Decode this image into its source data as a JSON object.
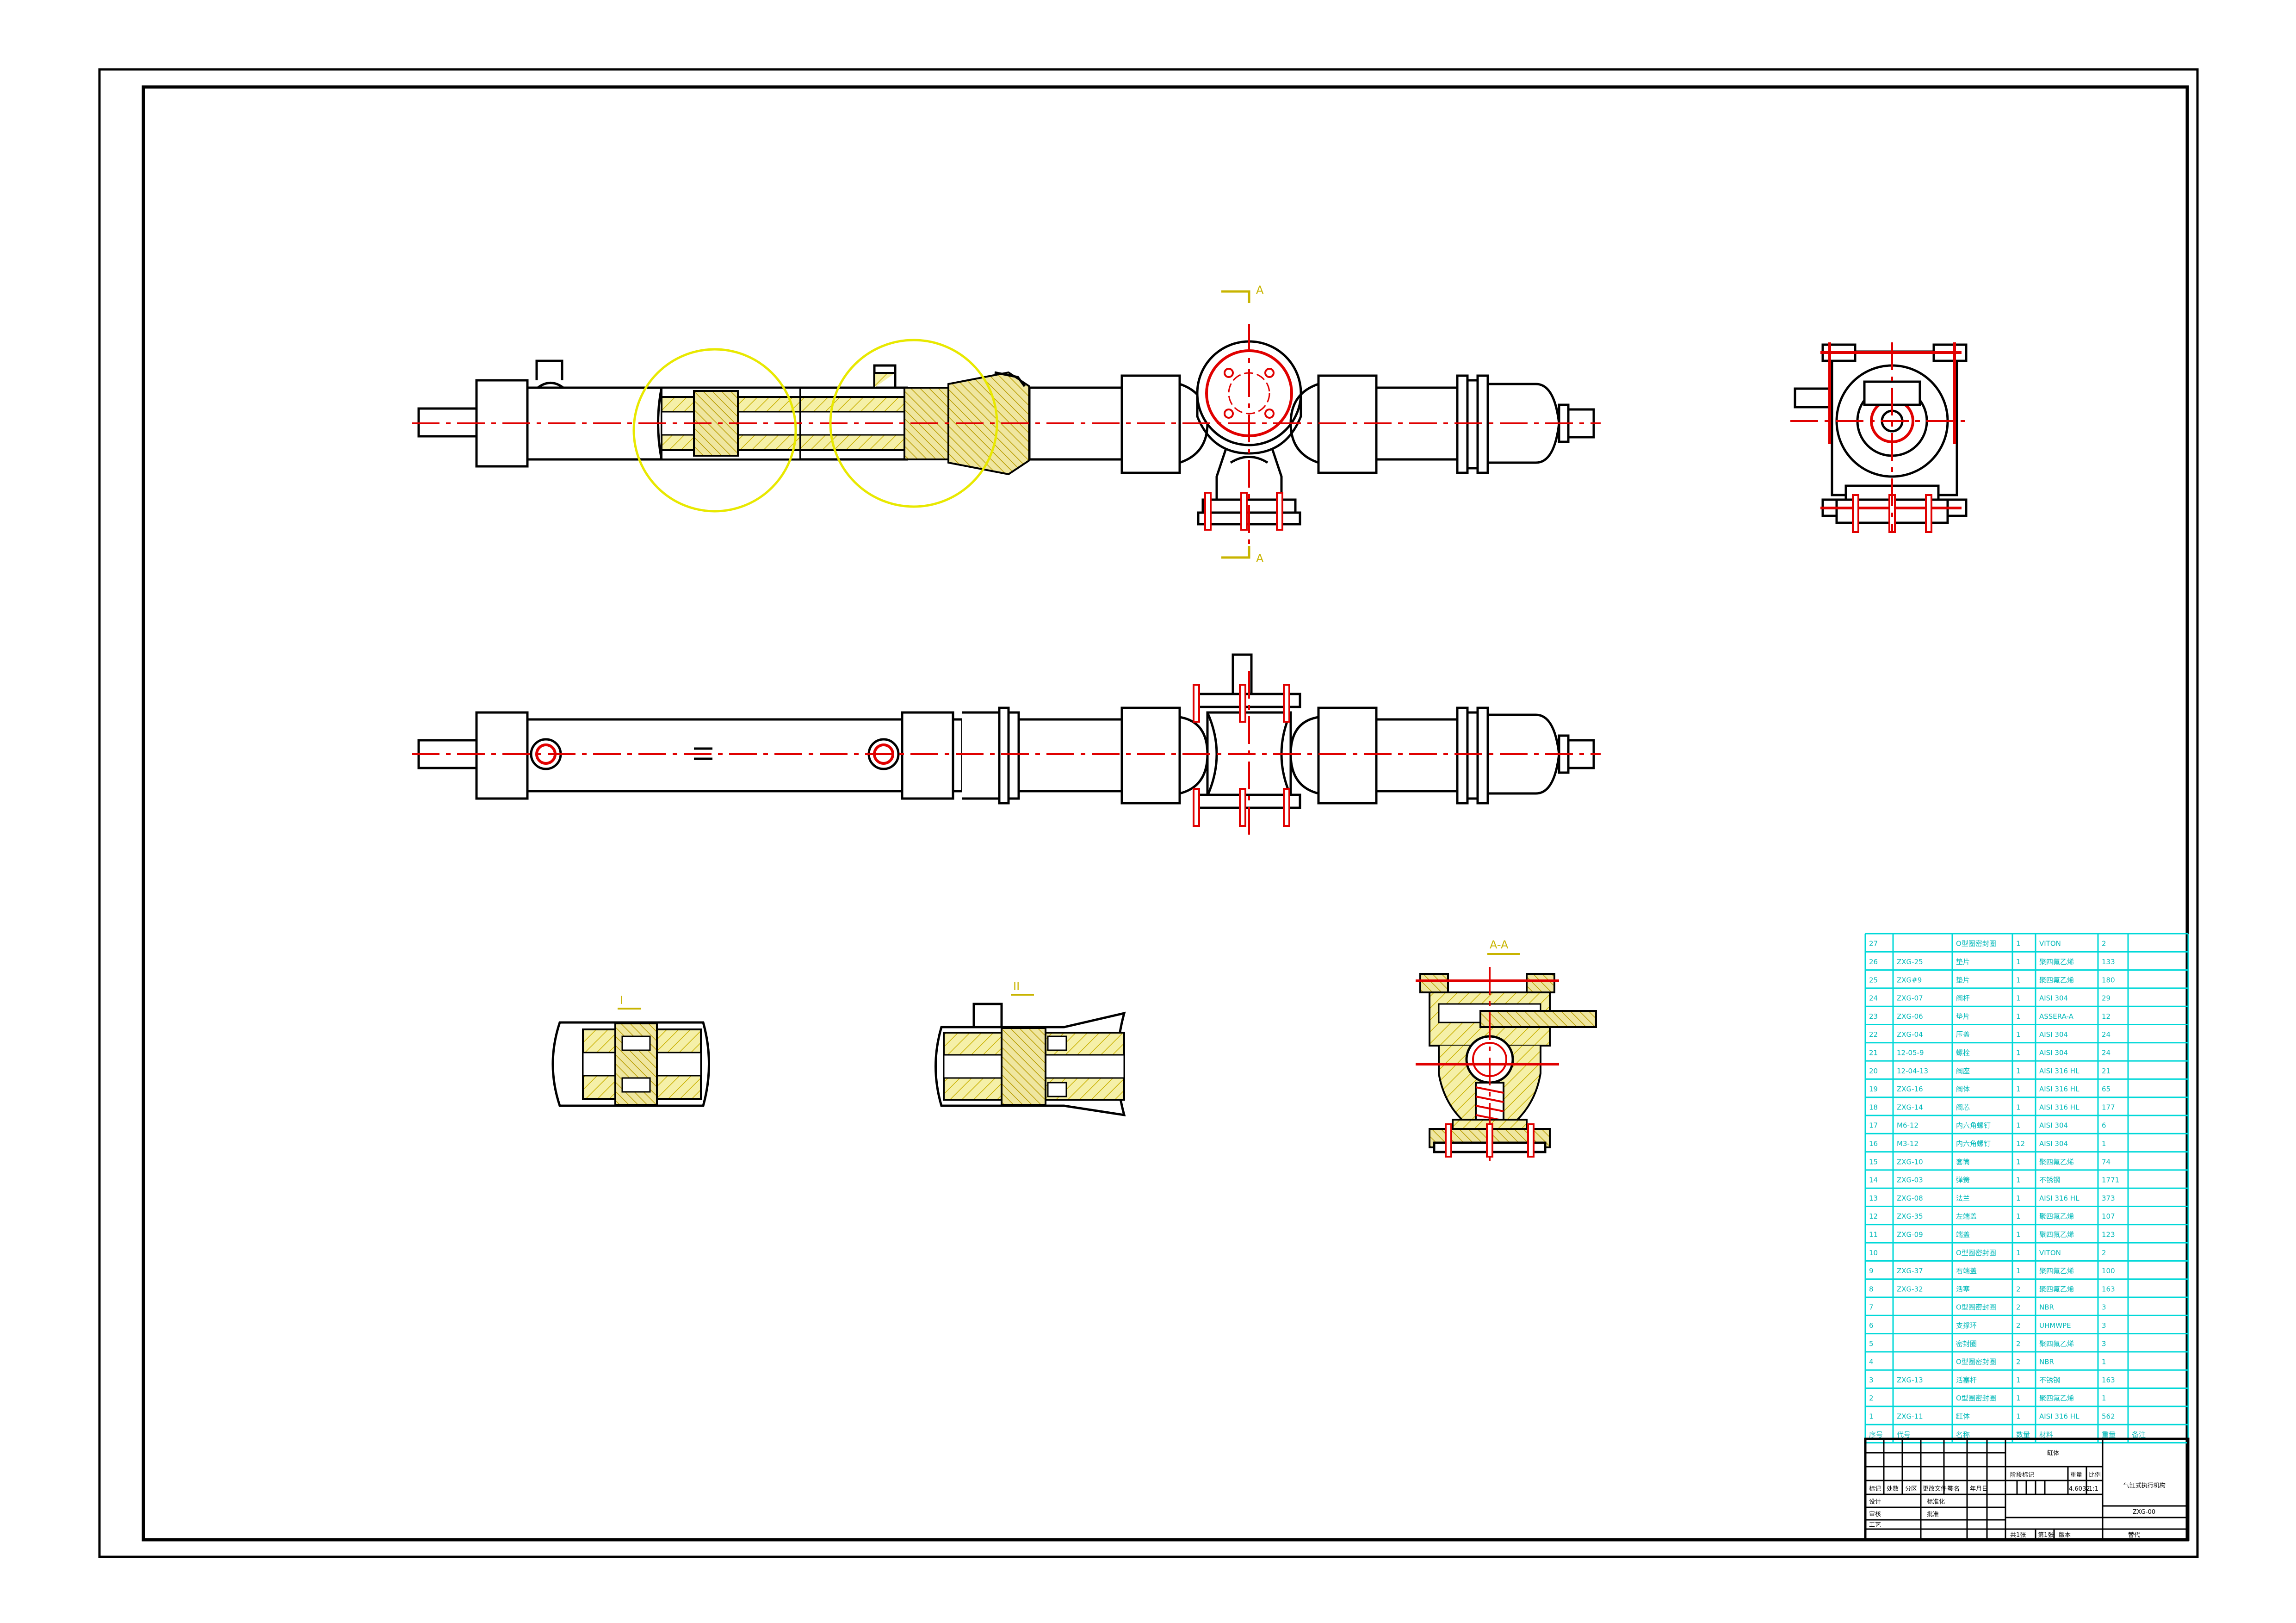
{
  "bom": {
    "rows": [
      {
        "no": "27",
        "code": "",
        "name": "O型圈密封圈",
        "qty": "1",
        "material": "VITON",
        "weight": "2"
      },
      {
        "no": "26",
        "code": "ZXG-25",
        "name": "垫片",
        "qty": "1",
        "material": "聚四氟乙烯",
        "weight": "133"
      },
      {
        "no": "25",
        "code": "ZXG#9",
        "name": "垫片",
        "qty": "1",
        "material": "聚四氟乙烯",
        "weight": "180"
      },
      {
        "no": "24",
        "code": "ZXG-07",
        "name": "阀杆",
        "qty": "1",
        "material": "AISI 304",
        "weight": "29"
      },
      {
        "no": "23",
        "code": "ZXG-06",
        "name": "垫片",
        "qty": "1",
        "material": "ASSERA-A",
        "weight": "12"
      },
      {
        "no": "22",
        "code": "ZXG-04",
        "name": "压盖",
        "qty": "1",
        "material": "AISI 304",
        "weight": "24"
      },
      {
        "no": "21",
        "code": "12-05-9",
        "name": "螺栓",
        "qty": "1",
        "material": "AISI 304",
        "weight": "24"
      },
      {
        "no": "20",
        "code": "12-04-13",
        "name": "阀座",
        "qty": "1",
        "material": "AISI 316 HL",
        "weight": "21"
      },
      {
        "no": "19",
        "code": "ZXG-16",
        "name": "阀体",
        "qty": "1",
        "material": "AISI 316 HL",
        "weight": "65"
      },
      {
        "no": "18",
        "code": "ZXG-14",
        "name": "阀芯",
        "qty": "1",
        "material": "AISI 316 HL",
        "weight": "177"
      },
      {
        "no": "17",
        "code": "M6-12",
        "name": "内六角螺钉",
        "qty": "1",
        "material": "AISI 304",
        "weight": "6"
      },
      {
        "no": "16",
        "code": "M3-12",
        "name": "内六角螺钉",
        "qty": "12",
        "material": "AISI 304",
        "weight": "1"
      },
      {
        "no": "15",
        "code": "ZXG-10",
        "name": "套筒",
        "qty": "1",
        "material": "聚四氟乙烯",
        "weight": "74"
      },
      {
        "no": "14",
        "code": "ZXG-03",
        "name": "弹簧",
        "qty": "1",
        "material": "不锈钢",
        "weight": "1771"
      },
      {
        "no": "13",
        "code": "ZXG-08",
        "name": "法兰",
        "qty": "1",
        "material": "AISI 316 HL",
        "weight": "373"
      },
      {
        "no": "12",
        "code": "ZXG-35",
        "name": "左端盖",
        "qty": "1",
        "material": "聚四氟乙烯",
        "weight": "107"
      },
      {
        "no": "11",
        "code": "ZXG-09",
        "name": "端盖",
        "qty": "1",
        "material": "聚四氟乙烯",
        "weight": "123"
      },
      {
        "no": "10",
        "code": "",
        "name": "O型圈密封圈",
        "qty": "1",
        "material": "VITON",
        "weight": "2"
      },
      {
        "no": "9",
        "code": "ZXG-37",
        "name": "右端盖",
        "qty": "1",
        "material": "聚四氟乙烯",
        "weight": "100"
      },
      {
        "no": "8",
        "code": "ZXG-32",
        "name": "活塞",
        "qty": "2",
        "material": "聚四氟乙烯",
        "weight": "163"
      },
      {
        "no": "7",
        "code": "",
        "name": "O型圈密封圈",
        "qty": "2",
        "material": "NBR",
        "weight": "3"
      },
      {
        "no": "6",
        "code": "",
        "name": "支撑环",
        "qty": "2",
        "material": "UHMWPE",
        "weight": "3"
      },
      {
        "no": "5",
        "code": "",
        "name": "密封圈",
        "qty": "2",
        "material": "聚四氟乙烯",
        "weight": "3"
      },
      {
        "no": "4",
        "code": "",
        "name": "O型圈密封圈",
        "qty": "2",
        "material": "NBR",
        "weight": "1"
      },
      {
        "no": "3",
        "code": "ZXG-13",
        "name": "活塞杆",
        "qty": "1",
        "material": "不锈钢",
        "weight": "163"
      },
      {
        "no": "2",
        "code": "",
        "name": "O型圈密封圈",
        "qty": "1",
        "material": "聚四氟乙烯",
        "weight": "1"
      },
      {
        "no": "1",
        "code": "ZXG-11",
        "name": "缸体",
        "qty": "1",
        "material": "AISI 316 HL",
        "weight": "562"
      }
    ],
    "header": {
      "no": "序号",
      "code": "代号",
      "name": "名称",
      "qty": "数量",
      "material": "材料",
      "weight": "重量",
      "note": "备注"
    }
  },
  "title_block": {
    "product": "缸体",
    "drawing_title": "气缸式执行机构",
    "drawing_no": "ZXG-00",
    "labels": {
      "mark": "标记",
      "count": "处数",
      "zone": "分区",
      "change_no": "更改文件号",
      "sign": "签名",
      "date": "年月日",
      "design": "设计",
      "standard": "标准化",
      "review": "审核",
      "process": "工艺",
      "approve": "批准",
      "stage_mark": "阶段标记",
      "weight": "重量",
      "scale": "比例",
      "sheets": "共1张",
      "sheet": "第1张",
      "version": "版本",
      "replace": "替代"
    },
    "weight_value": "4.6032",
    "scale_value": "1:1"
  },
  "views": {
    "section_marks": {
      "top": "A",
      "bottom": "A"
    },
    "detail_labels": [
      "I",
      "II",
      "A-A"
    ]
  }
}
